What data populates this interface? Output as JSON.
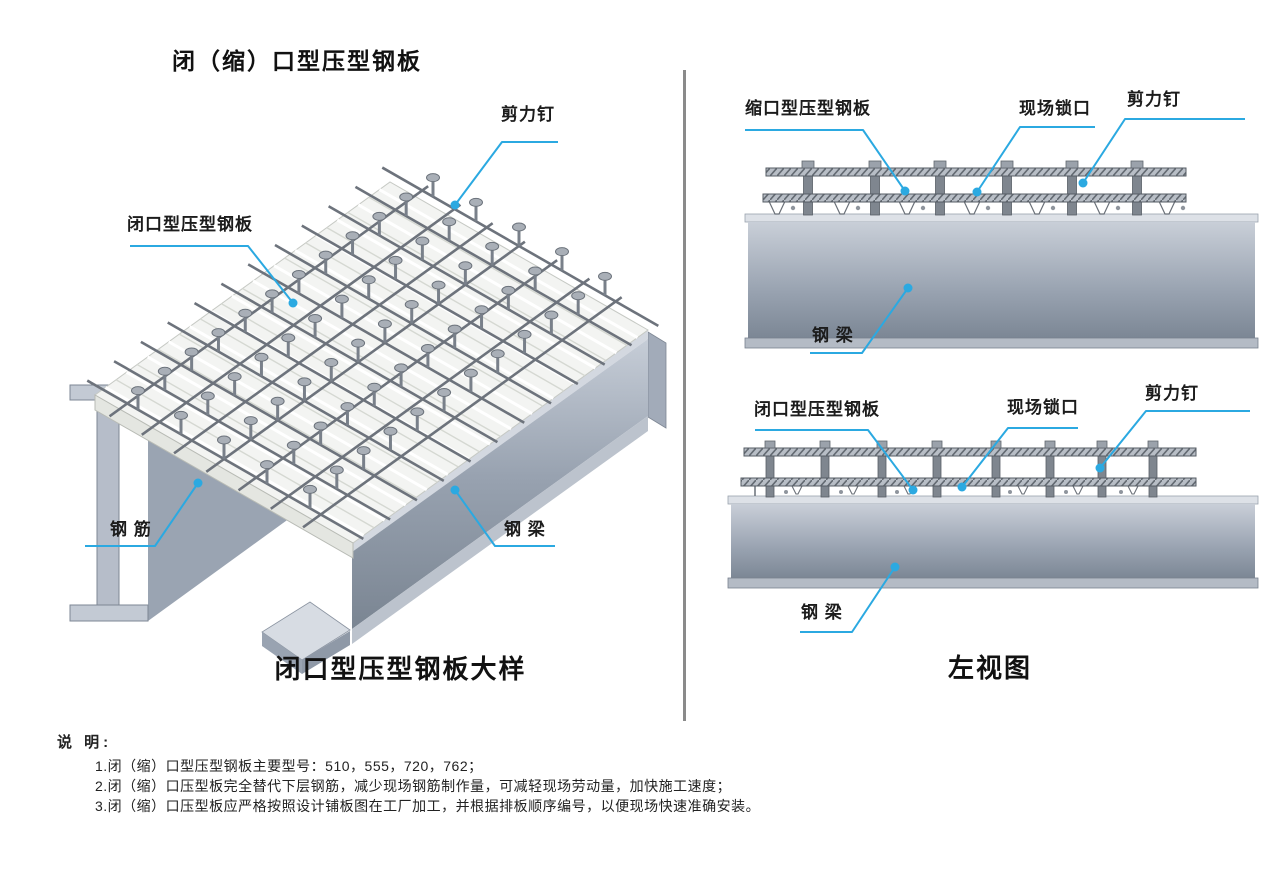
{
  "page": {
    "title": "闭（缩）口型压型钢板"
  },
  "left_figure": {
    "caption": "闭口型压型钢板大样",
    "labels": {
      "shear_stud": "剪力钉",
      "closed_deck": "闭口型压型钢板",
      "rebar": "钢 筋",
      "beam": "钢 梁"
    }
  },
  "right_top_figure": {
    "labels": {
      "necked_deck": "缩口型压型钢板",
      "site_lock": "现场锁口",
      "shear_stud": "剪力钉",
      "beam": "钢 梁"
    }
  },
  "right_bottom_figure": {
    "caption": "左视图",
    "labels": {
      "closed_deck": "闭口型压型钢板",
      "site_lock": "现场锁口",
      "shear_stud": "剪力钉",
      "beam": "钢 梁"
    }
  },
  "notes": {
    "heading": "说 明:",
    "items": [
      "1.闭（缩）口型压型钢板主要型号：510，555，720，762；",
      "2.闭（缩）口压型板完全替代下层钢筋，减少现场钢筋制作量，可减轻现场劳动量，加快施工速度；",
      "3.闭（缩）口压型板应严格按照设计铺板图在工厂加工，并根据排板顺序编号，以便现场快速准确安装。"
    ]
  },
  "colors": {
    "leader": "#2BA9E1",
    "beam_light": "#C9CFD8",
    "beam_dark": "#7B8694",
    "deck": "#F3F4F2",
    "rebar": "#6D737C",
    "divider": "#8A8A8A"
  }
}
